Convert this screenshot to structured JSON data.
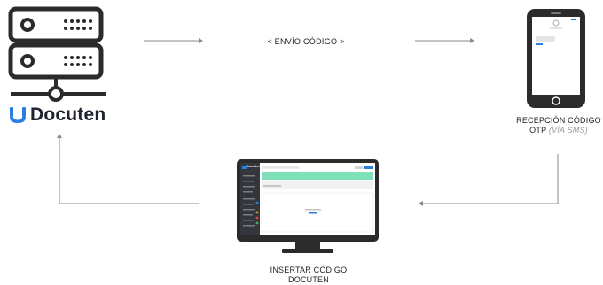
{
  "brand": {
    "name": "Docuten",
    "color": "#2a7de1"
  },
  "flow": {
    "send_label": "< ENVÍO CÓDIGO >"
  },
  "phone": {
    "caption_line1": "RECEPCIÓN CÓDIGO",
    "caption_line2": "OTP",
    "caption_note": "(VÍA SMS)"
  },
  "monitor": {
    "caption_line1": "INSERTAR CÓDIGO",
    "caption_line2": "DOCUTEN",
    "screen_brand": "Docuten"
  },
  "colors": {
    "ink": "#2b2b2b",
    "arrow": "#8a8a8a",
    "accent": "#2a7de1",
    "success": "#7de0b8"
  }
}
